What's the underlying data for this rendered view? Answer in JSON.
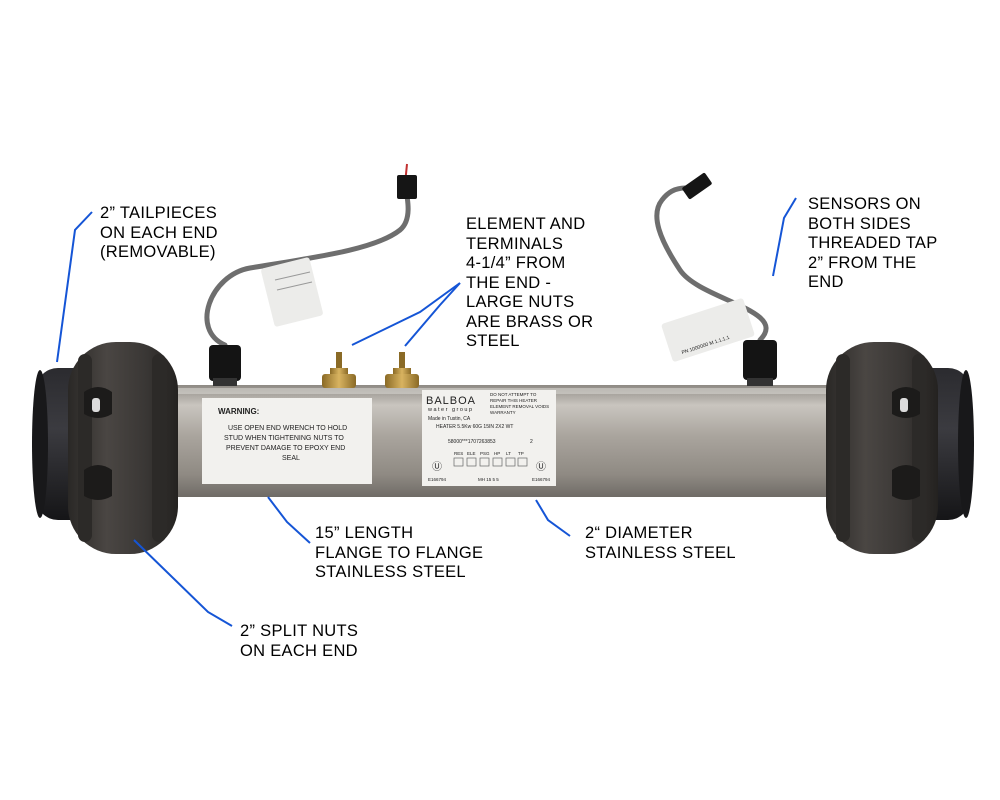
{
  "colors": {
    "leader": "#1555d6",
    "tube": "#a9a49c",
    "nut": "#3d3a38",
    "tailpiece": "#1f1f22",
    "brass": "#b5913c",
    "label_bg": "#f2f1ee"
  },
  "callouts": {
    "tailpieces": [
      "2” TAILPIECES",
      "ON EACH END",
      "(REMOVABLE)"
    ],
    "element": [
      "ELEMENT AND",
      "TERMINALS",
      "4-1/4” FROM",
      "THE END -",
      "LARGE NUTS",
      "ARE BRASS OR",
      "STEEL"
    ],
    "sensors": [
      "SENSORS ON",
      "BOTH SIDES",
      "THREADED TAP",
      "2” FROM THE",
      "END"
    ],
    "length": [
      "15” LENGTH",
      "FLANGE TO FLANGE",
      "STAINLESS STEEL"
    ],
    "diameter": [
      "2“ DIAMETER",
      "STAINLESS STEEL"
    ],
    "split_nuts": [
      "2” SPLIT NUTS",
      "ON EACH END"
    ]
  },
  "product_labels": {
    "warning_title": "WARNING:",
    "warning_lines": [
      "USE OPEN END WRENCH TO HOLD",
      "STUD WHEN TIGHTENING NUTS TO",
      "PREVENT DAMAGE TO EPOXY END",
      "SEAL"
    ],
    "brand": "BALBOA",
    "brand_sub": "water group",
    "origin": "Made in Tustin, CA",
    "notice_lines": [
      "DO NOT ATTEMPT TO",
      "REPAIR THIS HEATER",
      "ELEMENT REMOVAL VOIDS",
      "WARRANTY"
    ],
    "model": "HEATER 5.5Kw 60G 15IN 2X2 WT",
    "serial": "58000***1707263853",
    "serial_suffix": "2",
    "code_header": [
      "RES",
      "ELE",
      "PSG",
      "HP",
      "LT",
      "TP"
    ],
    "cert_left": "E166794",
    "cert_mid": "MH 15 5 5",
    "cert_right": "E166794",
    "sensor_tag": "PN 1000000 M 1.1.1.1"
  }
}
